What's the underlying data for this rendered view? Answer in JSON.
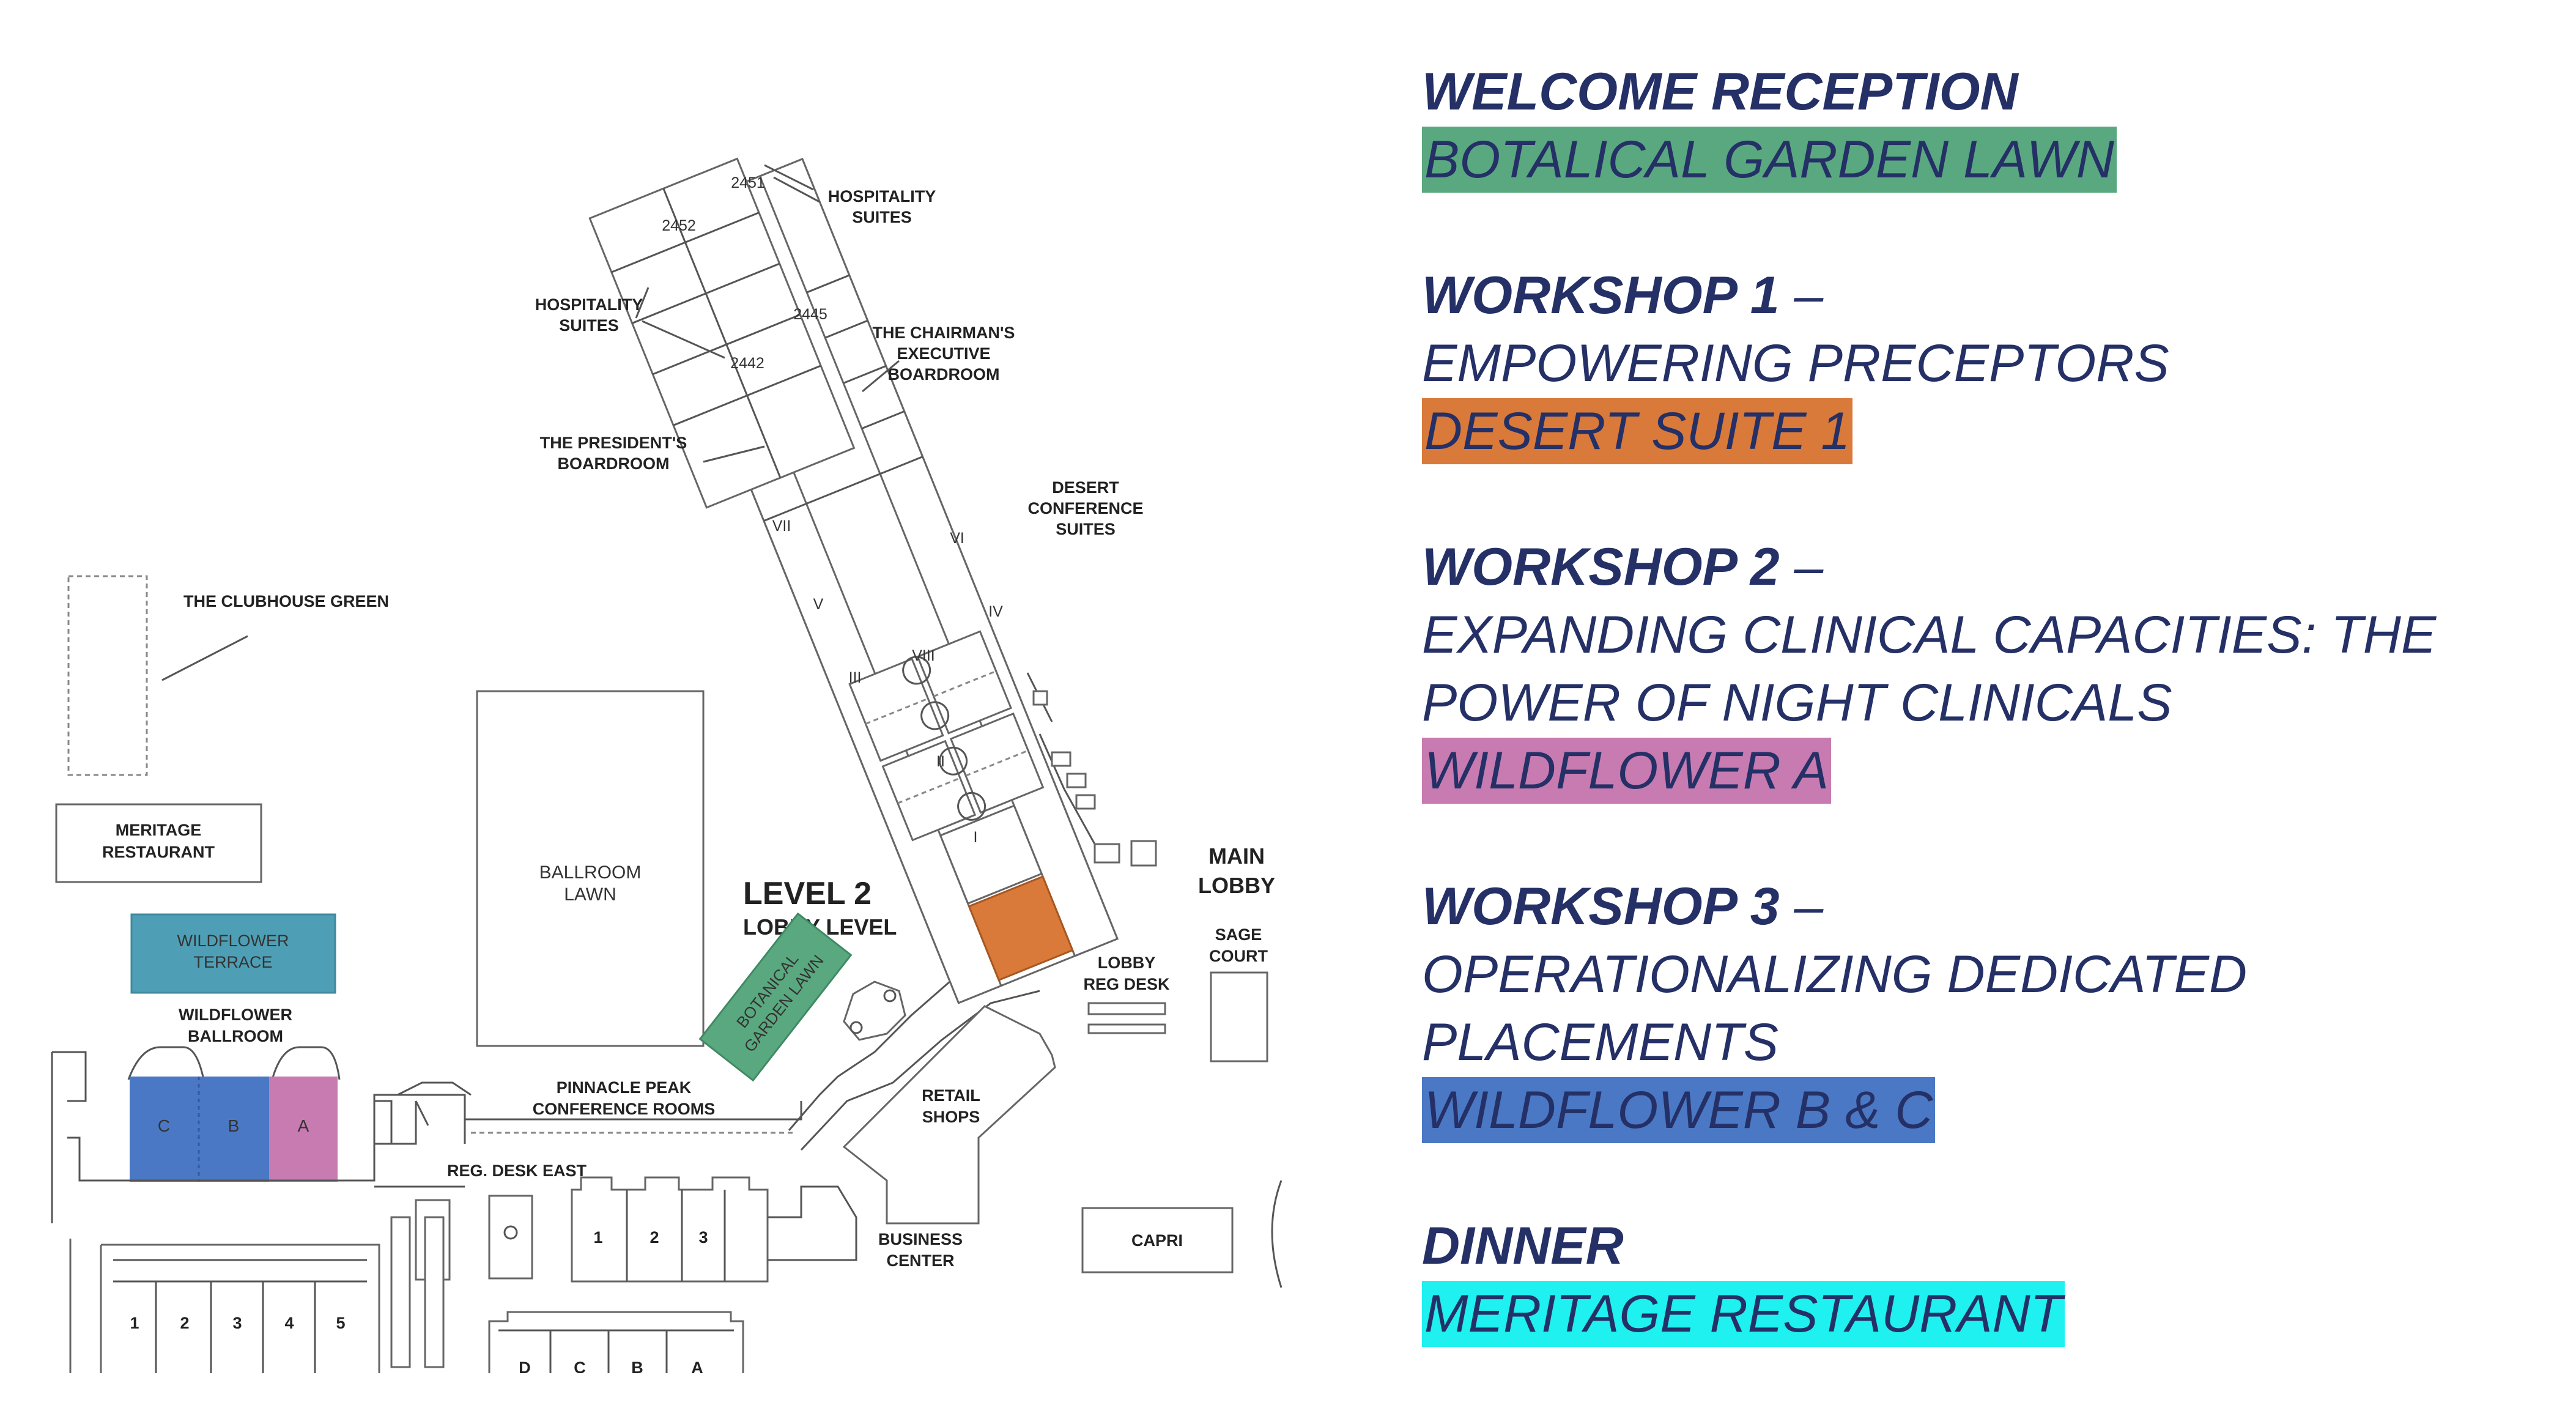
{
  "map": {
    "level_title": "LEVEL 2",
    "level_subtitle": "LOBBY LEVEL",
    "areas": {
      "clubhouse_green": "THE CLUBHOUSE GREEN",
      "meritage_1": "MERITAGE",
      "meritage_2": "RESTAURANT",
      "wildflower_terrace_1": "WILDFLOWER",
      "wildflower_terrace_2": "TERRACE",
      "wildflower_ballroom_1": "WILDFLOWER",
      "wildflower_ballroom_2": "BALLROOM",
      "ballroom_lawn_1": "BALLROOM",
      "ballroom_lawn_2": "LAWN",
      "botanical_1": "BOTANICAL",
      "botanical_2": "GARDEN LAWN",
      "pinnacle_1": "PINNACLE PEAK",
      "pinnacle_2": "CONFERENCE ROOMS",
      "reg_desk_east": "REG. DESK EAST",
      "retail_1": "RETAIL",
      "retail_2": "SHOPS",
      "business_1": "BUSINESS",
      "business_2": "CENTER",
      "capri": "CAPRI",
      "main_lobby_1": "MAIN",
      "main_lobby_2": "LOBBY",
      "sage_1": "SAGE",
      "sage_2": "COURT",
      "lobby_reg_1": "LOBBY",
      "lobby_reg_2": "REG DESK",
      "desert_1": "DESERT",
      "desert_2": "CONFERENCE",
      "desert_3": "SUITES",
      "presidents_1": "THE PRESIDENT'S",
      "presidents_2": "BOARDROOM",
      "chairmans_1": "THE CHAIRMAN'S",
      "chairmans_2": "EXECUTIVE",
      "chairmans_3": "BOARDROOM",
      "hosp_left_1": "HOSPITALITY",
      "hosp_left_2": "SUITES",
      "hosp_right_1": "HOSPITALITY",
      "hosp_right_2": "SUITES",
      "room_2451": "2451",
      "room_2452": "2452",
      "room_2445": "2445",
      "room_2442": "2442"
    },
    "suite_numerals": [
      "VIII",
      "VII",
      "VI",
      "V",
      "IV",
      "III",
      "II",
      "I"
    ],
    "wildflower_rooms": [
      "C",
      "B",
      "A"
    ],
    "pinnacle_rooms": [
      "1",
      "2",
      "3"
    ],
    "lower_rooms": [
      "1",
      "2",
      "3",
      "4",
      "5"
    ],
    "bottom_rooms": [
      "D",
      "C",
      "B",
      "A"
    ],
    "colors": {
      "botanical": "#5aa87f",
      "desert_suite_1": "#d97a3a",
      "wildflower_a": "#c77bb0",
      "wildflower_bc": "#4a78c4",
      "wildflower_terrace": "#4e9fb5",
      "meritage": "#1ff0f0"
    }
  },
  "schedule": [
    {
      "title": "WELCOME RECEPTION",
      "sub": [],
      "location": "BOTALICAL GARDEN LAWN",
      "color": "#5aa87f"
    },
    {
      "title": "WORKSHOP 1",
      "sub": [
        "EMPOWERING PRECEPTORS"
      ],
      "location": "DESERT SUITE 1",
      "color": "#d97a3a"
    },
    {
      "title": "WORKSHOP 2",
      "sub": [
        "EXPANDING CLINICAL CAPACITIES: THE",
        "POWER OF NIGHT CLINICALS"
      ],
      "location": "WILDFLOWER A",
      "color": "#c77bb0"
    },
    {
      "title": "WORKSHOP 3",
      "sub": [
        "OPERATIONALIZING DEDICATED",
        "PLACEMENTS"
      ],
      "location": "WILDFLOWER B & C",
      "color": "#4a78c4"
    },
    {
      "title": "DINNER",
      "sub": [],
      "location": "MERITAGE RESTAURANT",
      "color": "#1ff0f0"
    }
  ],
  "title_dash": "–"
}
